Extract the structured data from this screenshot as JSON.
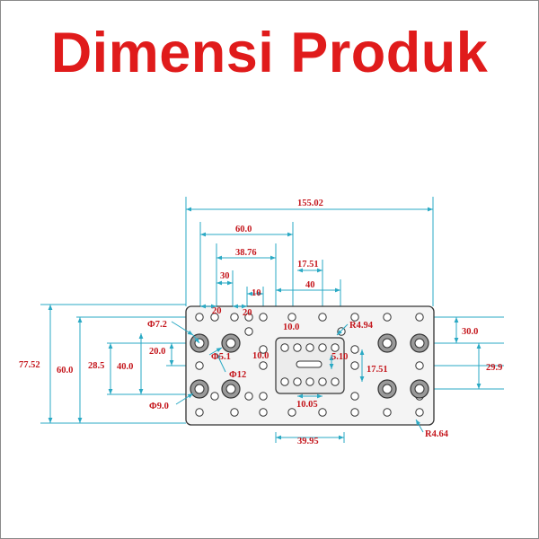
{
  "header": {
    "title": "Dimensi Produk"
  },
  "colors": {
    "title": "#e01b1b",
    "dimension_line": "#2aa9c4",
    "dimension_text": "#c4161c",
    "plate_fill": "#f4f4f4",
    "plate_outline": "#333333",
    "hole_fill": "#ffffff",
    "hole_stroke": "#333333",
    "large_hole_fill": "#9a9a9a"
  },
  "drawing": {
    "dimensions": {
      "width_total": "155.02",
      "width_60": "60.0",
      "width_38_76": "38.76",
      "width_30": "30",
      "width_10_top": "10",
      "width_20_left": "20",
      "width_20_right": "20",
      "width_17_51_top": "17.51",
      "width_40": "40",
      "inner_10_0_top": "10.0",
      "inner_10_0_left": "10.0",
      "width_10_05": "10.05",
      "width_39_95": "39.95",
      "height_77_52": "77.52",
      "height_60_0": "60.0",
      "height_28_5": "28.5",
      "height_40_0": "40.0",
      "height_20_0": "20.0",
      "height_30_0": "30.0",
      "height_29_9": "29.9",
      "height_17_51": "17.51",
      "slot_5_10": "5.10",
      "diameter_7_2": "Φ7.2",
      "diameter_5_1": "Φ5.1",
      "diameter_12": "Φ12",
      "diameter_9_0": "Φ9.0",
      "radius_4_94": "R4.94",
      "radius_4_64": "R4.64"
    }
  }
}
